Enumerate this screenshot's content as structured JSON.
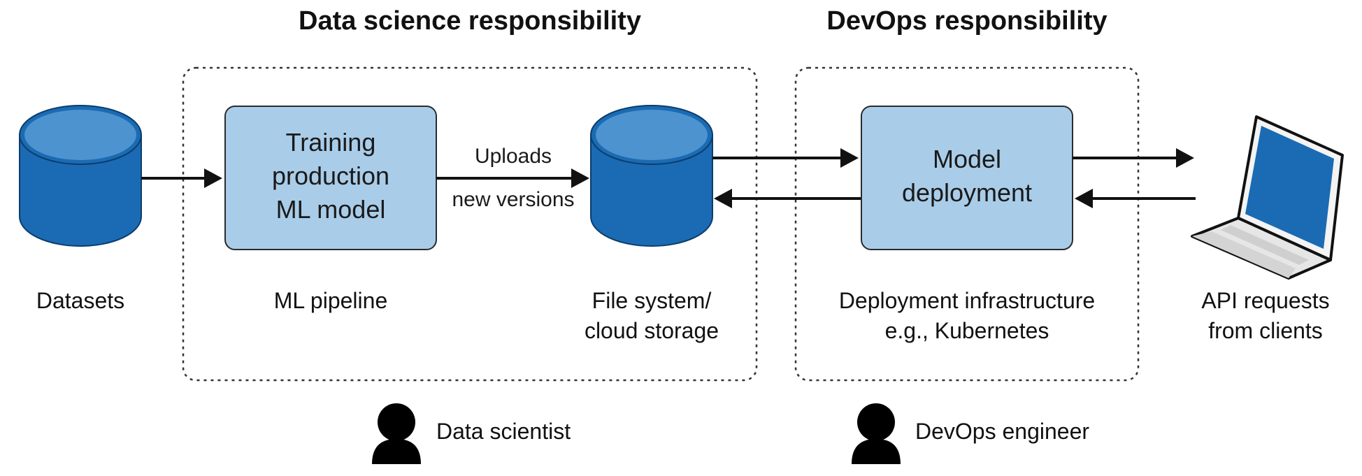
{
  "titles": {
    "left": "Data science responsibility",
    "right": "DevOps responsibility"
  },
  "nodes": {
    "datasets": {
      "label": "Datasets"
    },
    "training": {
      "lines": [
        "Training",
        "production",
        "ML model"
      ],
      "caption": "ML pipeline"
    },
    "storage": {
      "caption_lines": [
        "File system/",
        "cloud storage"
      ]
    },
    "deployment": {
      "lines": [
        "Model",
        "deployment"
      ],
      "caption_lines": [
        "Deployment infrastructure",
        "e.g., Kubernetes"
      ]
    },
    "clients": {
      "caption_lines": [
        "API requests",
        "from clients"
      ]
    }
  },
  "edges": {
    "upload": {
      "lines": [
        "Uploads",
        "new versions"
      ]
    }
  },
  "roles": {
    "data_scientist": "Data scientist",
    "devops_engineer": "DevOps engineer"
  },
  "colors": {
    "db_dark": "#1a6bb3",
    "db_light": "#4d93cf",
    "box_fill": "#a9cde9",
    "laptop_screen": "#1a6bb3",
    "arrow": "#111111",
    "dotted_border": "#333333"
  }
}
